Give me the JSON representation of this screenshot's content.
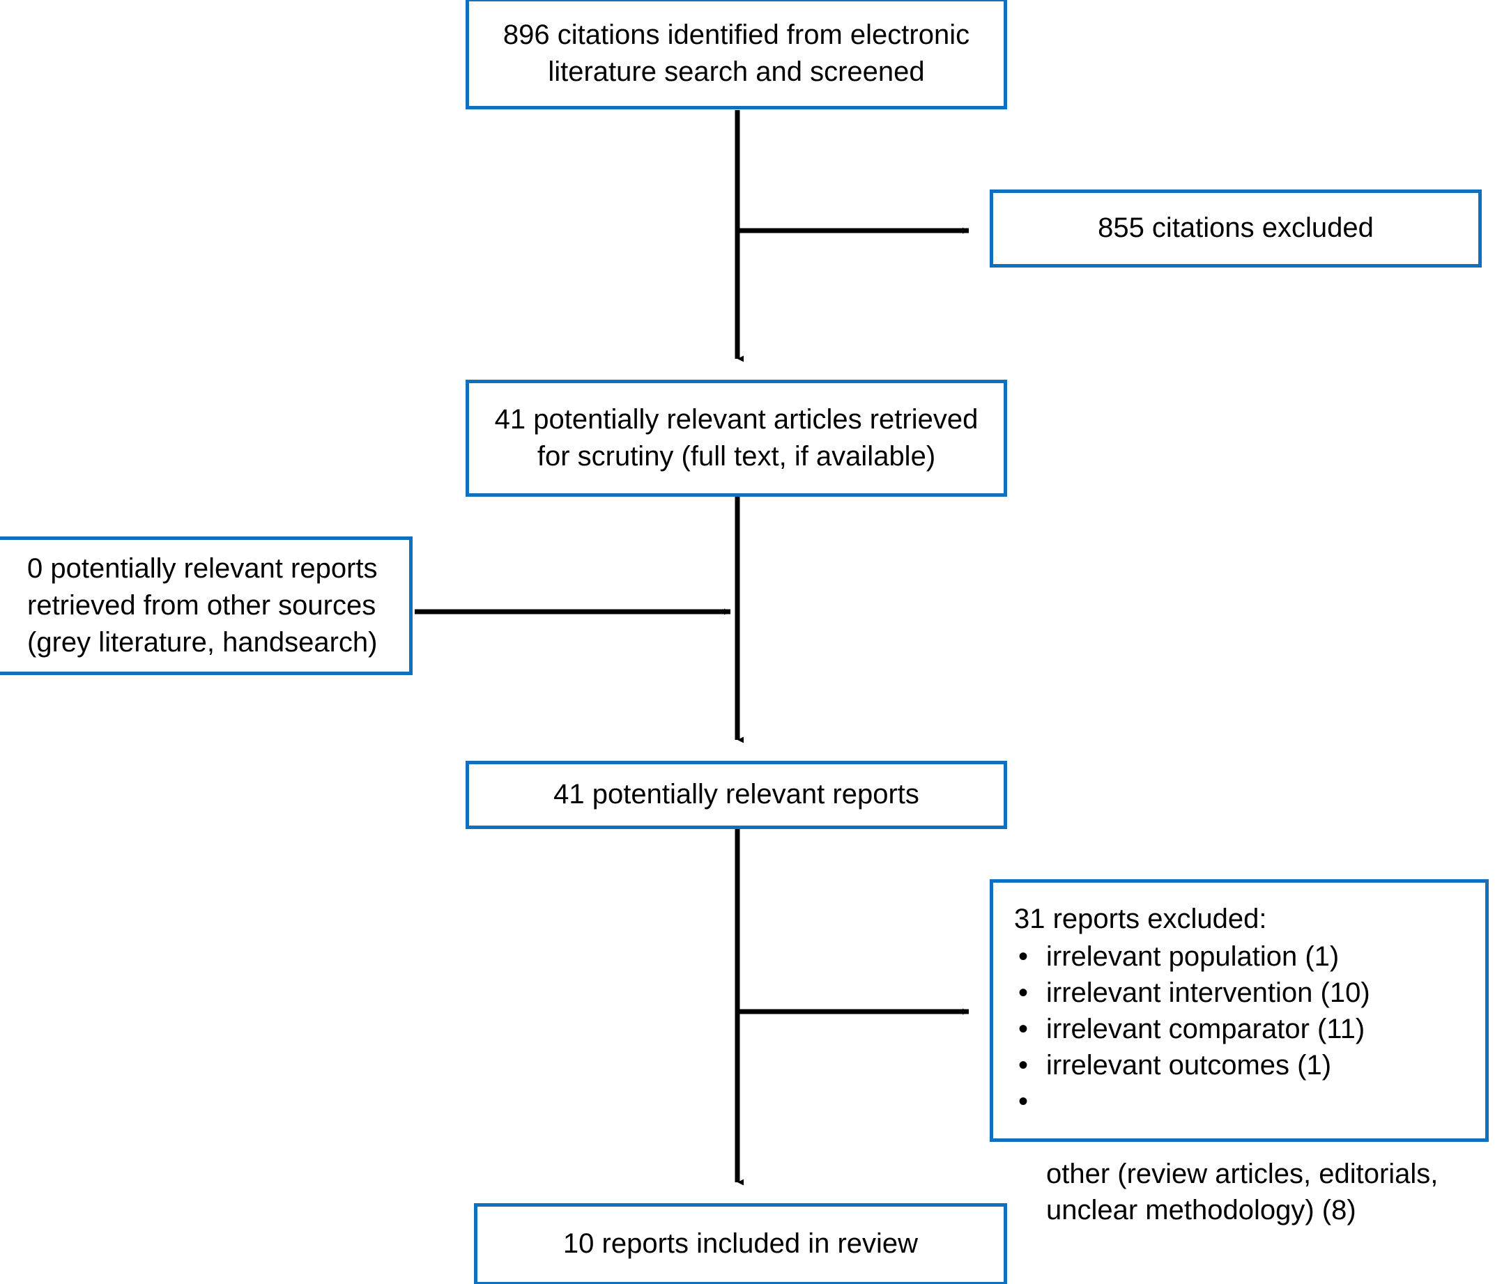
{
  "diagram": {
    "type": "prisma-flow-diagram",
    "colors": {
      "box_border": "#1070be",
      "connector": "#000000",
      "text": "#000000",
      "background": "#ffffff"
    },
    "nodes": {
      "identified": {
        "label": "896 citations identified from electronic\nliterature search and screened",
        "count": 896
      },
      "citations_excluded": {
        "label": "855 citations excluded",
        "count": 855
      },
      "retrieved": {
        "label": "41 potentially relevant articles retrieved\nfor scrutiny (full text, if available)",
        "count": 41
      },
      "other_sources": {
        "label": "0 potentially relevant reports\nretrieved from other sources\n(grey literature, handsearch)",
        "count": 0
      },
      "relevant_reports": {
        "label": "41 potentially relevant reports",
        "count": 41
      },
      "reports_excluded": {
        "title": "31 reports excluded:",
        "count": 31,
        "bullet": "•",
        "reasons": [
          "irrelevant population (1)",
          "irrelevant intervention (10)",
          "irrelevant comparator (11)",
          "irrelevant outcomes (1)",
          "other (review articles, editorials,\nunclear methodology) (8)"
        ]
      },
      "included": {
        "label": "10 reports included in review",
        "count": 10
      }
    }
  },
  "chart_data": {
    "type": "table",
    "title": "PRISMA study selection flow",
    "categories": [
      "896 citations identified from electronic literature search and screened",
      "855 citations excluded",
      "41 potentially relevant articles retrieved for scrutiny (full text, if available)",
      "0 potentially relevant reports retrieved from other sources (grey literature, handsearch)",
      "41 potentially relevant reports",
      "31 reports excluded",
      "10 reports included in review"
    ],
    "values": [
      896,
      855,
      41,
      0,
      41,
      31,
      10
    ],
    "exclusion_reasons": {
      "categories": [
        "irrelevant population",
        "irrelevant intervention",
        "irrelevant comparator",
        "irrelevant outcomes",
        "other (review articles, editorials, unclear methodology)"
      ],
      "values": [
        1,
        10,
        11,
        1,
        8
      ]
    }
  }
}
